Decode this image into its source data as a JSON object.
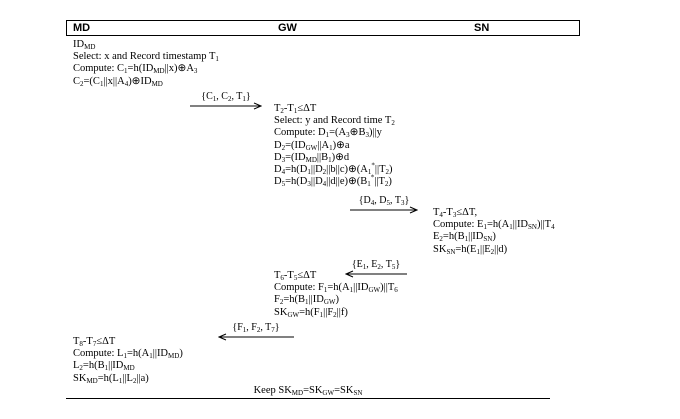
{
  "header": {
    "md": "MD",
    "gw": "GW",
    "sn": "SN"
  },
  "md_block1": [
    "ID<sub>MD</sub>",
    "Select: x and Record timestamp T<sub>1</sub>",
    "Compute: C<sub>1</sub>=h(ID<sub>MD</sub>||x)⊕A<sub>3</sub>",
    "C<sub>2</sub>=(C<sub>1</sub>||x||A<sub>4</sub>)⊕ID<sub>MD</sub>"
  ],
  "msg1": "{C<sub>1</sub>, C<sub>2</sub>, T<sub>1</sub>}",
  "gw_block1": [
    "T<sub>2</sub>-T<sub>1</sub>≤ΔT",
    "Select: y and Record time T<sub>2</sub>",
    "Compute: D<sub>1</sub>=(A<sub>3</sub>⊕B<sub>3</sub>)||y",
    "D<sub>2</sub>=(ID<sub>GW</sub>||A<sub>1</sub>)⊕a",
    "D<sub>3</sub>=(ID<sub>MD</sub>||B<sub>1</sub>)⊕d",
    "D<sub>4</sub>=h(D<sub>1</sub>||D<sub>2</sub>||b||c)⊕(A<sub>1</sub><sup>*</sup>||T<sub>2</sub>)",
    "D<sub>5</sub>=h(D<sub>3</sub>||D<sub>4</sub>||d||e)⊕(B<sub>1</sub><sup>*</sup>||T<sub>2</sub>)"
  ],
  "msg2": "{D<sub>4</sub>, D<sub>5</sub>, T<sub>3</sub>}",
  "sn_block": [
    "T<sub>4</sub>-T<sub>3</sub>≤ΔT,",
    "Compute: E<sub>1</sub>=h(A<sub>1</sub>||ID<sub>SN</sub>)||T<sub>4</sub>",
    "E<sub>2</sub>=h(B<sub>1</sub>||ID<sub>SN</sub>)",
    "SK<sub>SN</sub>=h(E<sub>1</sub>||E<sub>2</sub>||d)"
  ],
  "msg3": "{E<sub>1</sub>, E<sub>2</sub>, T<sub>5</sub>}",
  "gw_block2": [
    "T<sub>6</sub>-T<sub>5</sub>≤ΔT",
    "Compute: F<sub>1</sub>=h(A<sub>1</sub>||ID<sub>GW</sub>)||T<sub>6</sub>",
    "F<sub>2</sub>=h(B<sub>1</sub>||ID<sub>GW</sub>)",
    "SK<sub>GW</sub>=h(F<sub>1</sub>||F<sub>2</sub>||f)"
  ],
  "msg4": "{F<sub>1</sub>, F<sub>2</sub>, T<sub>7</sub>}",
  "md_block2": [
    "T<sub>8</sub>-T<sub>7</sub>≤ΔT",
    "Compute: L<sub>1</sub>=h(A<sub>1</sub>||ID<sub>MD</sub>)",
    "L<sub>2</sub>=h(B<sub>1</sub>||ID<sub>MD</sub>",
    "SK<sub>MD</sub>=h(L<sub>1</sub>||L<sub>2</sub>||a)"
  ],
  "keep": "Keep SK<sub>MD</sub>=SK<sub>GW</sub>=SK<sub>SN</sub>"
}
